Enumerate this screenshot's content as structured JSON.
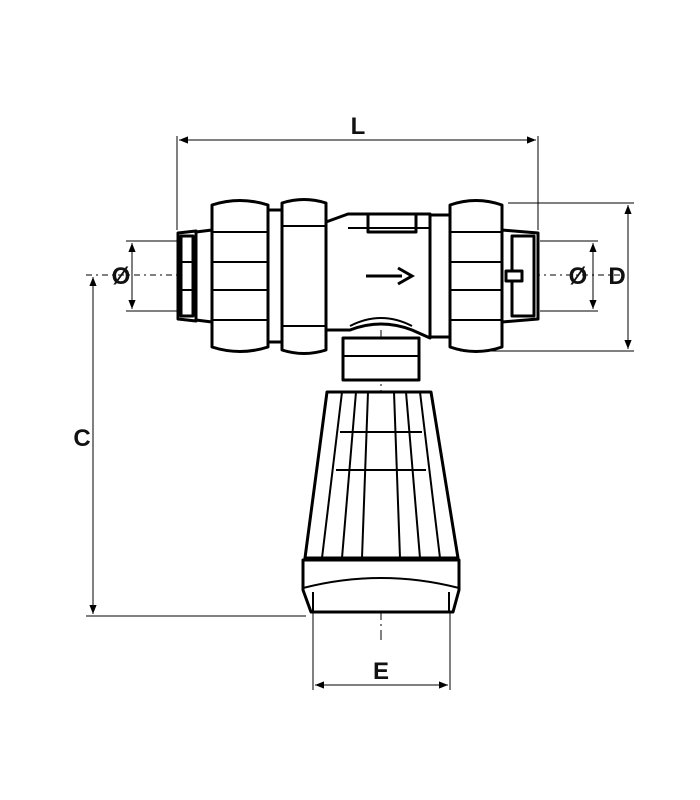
{
  "dimensions": {
    "length_label": "L",
    "diameter_left_label": "Ø",
    "diameter_right_label": "Ø",
    "height_label": "D",
    "depth_label": "C",
    "base_width_label": "E"
  },
  "colors": {
    "line": "#000000",
    "background": "#ffffff"
  }
}
